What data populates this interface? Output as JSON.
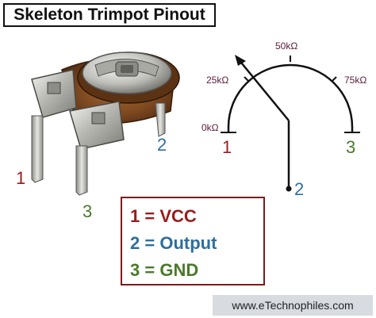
{
  "title": "Skeleton Trimpot Pinout",
  "photo_pins": {
    "pin1": "1",
    "pin2": "2",
    "pin3": "3"
  },
  "legend": [
    {
      "num": "1",
      "eq": "=",
      "name": "VCC"
    },
    {
      "num": "2",
      "eq": "=",
      "name": "Output"
    },
    {
      "num": "3",
      "eq": "=",
      "name": "GND"
    }
  ],
  "schematic": {
    "label_0": "0kΩ",
    "label_25": "25kΩ",
    "label_50": "50kΩ",
    "label_75": "75kΩ",
    "pin1": "1",
    "pin2": "2",
    "pin3": "3"
  },
  "colors": {
    "pin1": "#9b1b1b",
    "pin2": "#2e6f9e",
    "pin3": "#4a7a2a",
    "res_label": "#5a1a3a",
    "legend_border": "#7b1c1c"
  },
  "footer": "www.eTechnophiles.com"
}
